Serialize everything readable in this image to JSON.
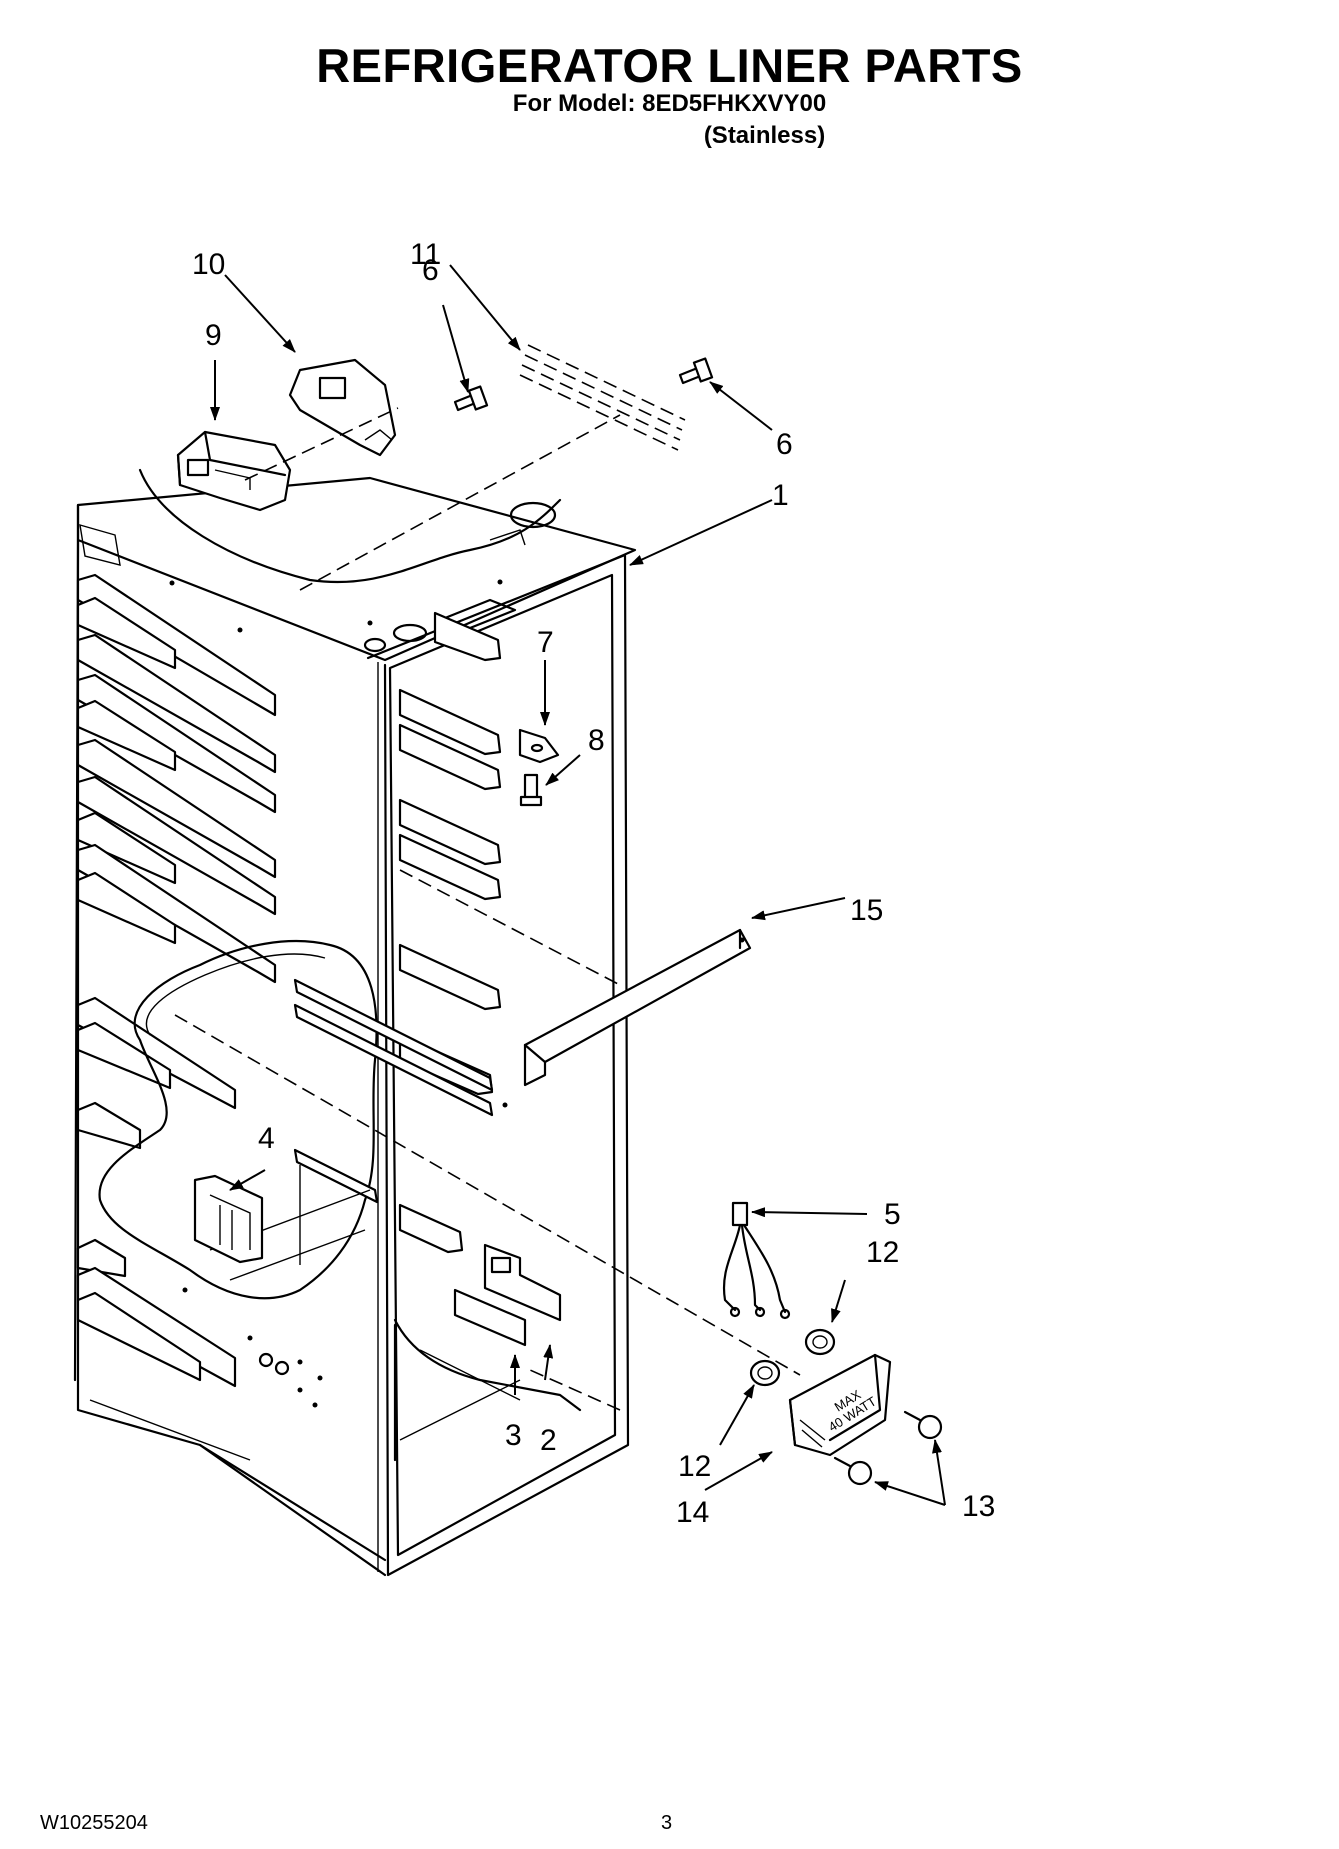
{
  "header": {
    "title": "REFRIGERATOR LINER PARTS",
    "model_line": "For Model: 8ED5FHKXVY00",
    "finish_line": "(Stainless)"
  },
  "callouts": {
    "c1": "1",
    "c2": "2",
    "c3": "3",
    "c4": "4",
    "c5": "5",
    "c6a": "6",
    "c6b": "6",
    "c7": "7",
    "c8": "8",
    "c9": "9",
    "c10": "10",
    "c11": "11",
    "c12a": "12",
    "c12b": "12",
    "c13": "13",
    "c14": "14",
    "c15": "15"
  },
  "lamp_housing_text": {
    "line1": "MAX",
    "line2": "40 WATT"
  },
  "footer": {
    "doc_number": "W10255204",
    "page_number": "3"
  }
}
